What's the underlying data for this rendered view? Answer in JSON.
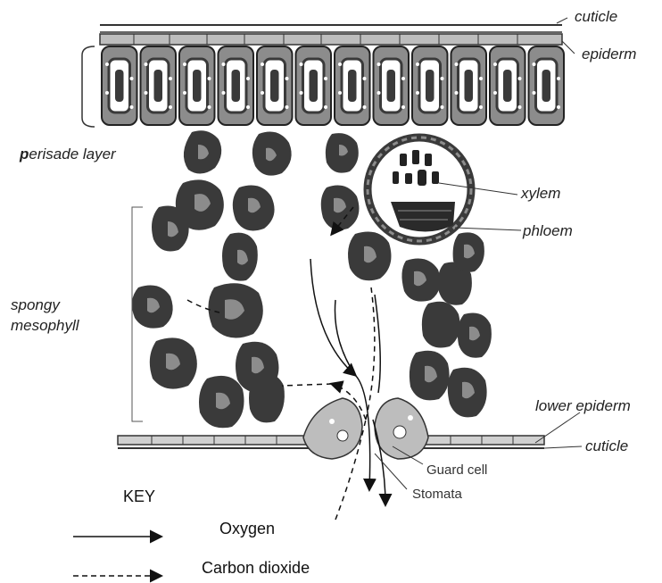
{
  "labels": {
    "cuticle_top": "cuticle",
    "epiderm": "epiderm",
    "perisade_first": "p",
    "perisade_rest": "erisade layer",
    "xylem": "xylem",
    "phloem": "phloem",
    "spongy": "spongy",
    "mesophyll": "mesophyll",
    "lower_epiderm": "lower epiderm",
    "cuticle_bottom": "cuticle",
    "guard_cell": "Guard cell",
    "stomata": "Stomata"
  },
  "key": {
    "title": "KEY",
    "oxygen": "Oxygen",
    "carbon_dioxide": "Carbon dioxide"
  },
  "colors": {
    "cell_dark": "#3a3a3a",
    "cell_grey": "#8c8c8c",
    "line": "#222222"
  }
}
